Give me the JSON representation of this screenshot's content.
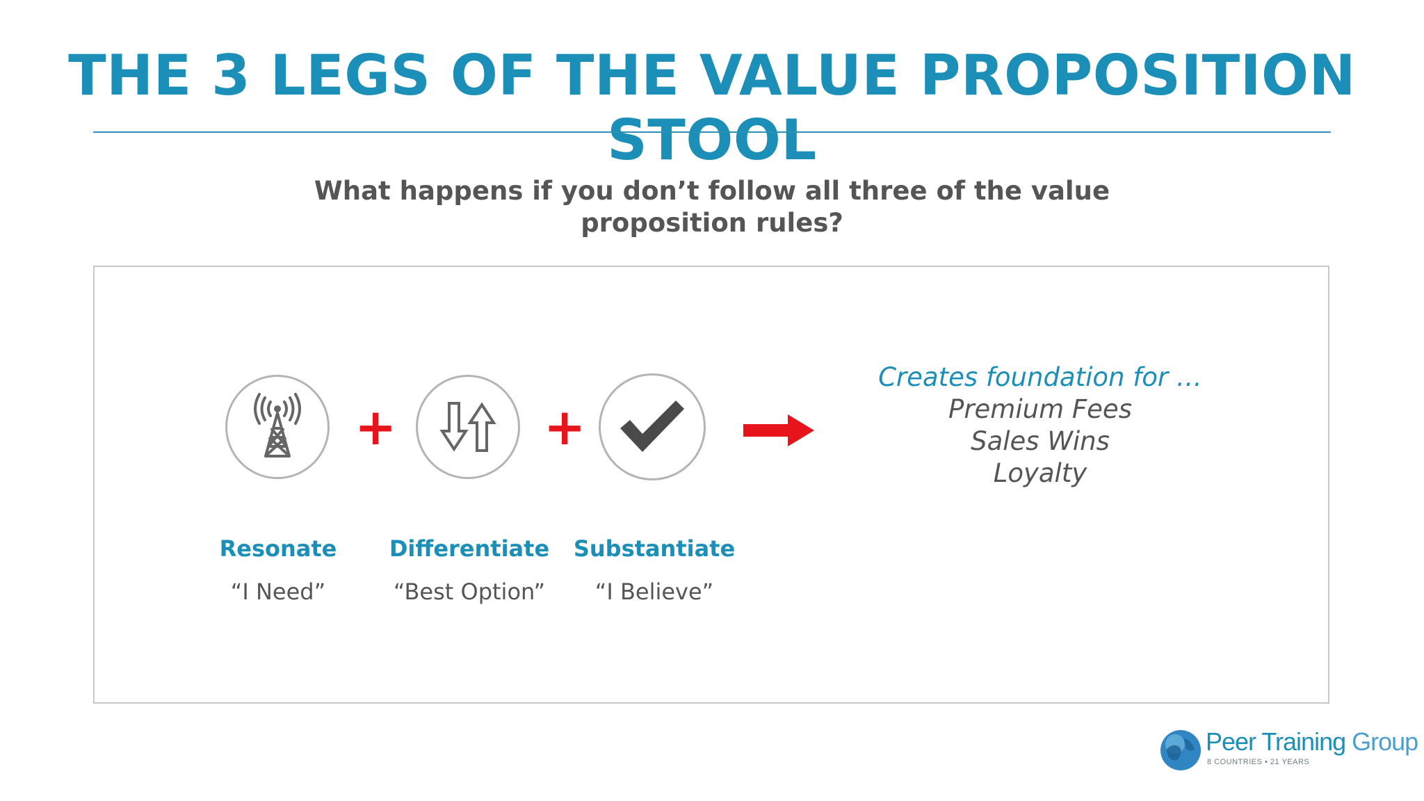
{
  "slide": {
    "title": "THE 3 LEGS OF THE VALUE PROPOSITION STOOL",
    "question_line1": "What happens if you don’t follow all three of the value",
    "question_line2": "proposition rules?"
  },
  "legs": [
    {
      "name": "Resonate",
      "quote": "“I Need”",
      "icon": "antenna-tower-icon"
    },
    {
      "name": "Differentiate",
      "quote": "“Best Option”",
      "icon": "up-down-arrows-icon"
    },
    {
      "name": "Substantiate",
      "quote": "“I Believe”",
      "icon": "checkmark-icon"
    }
  ],
  "operator_symbol": "+",
  "result": {
    "lead": "Creates foundation for …",
    "items": [
      "Premium Fees",
      "Sales Wins",
      "Loyalty"
    ]
  },
  "logo": {
    "name_part1": "Peer Training",
    "name_part2": " Group",
    "tagline": "8 COUNTRIES • 21 YEARS"
  },
  "colors": {
    "accent_blue": "#1b8fb8",
    "operator_red": "#e8141b",
    "body_gray": "#555555"
  }
}
